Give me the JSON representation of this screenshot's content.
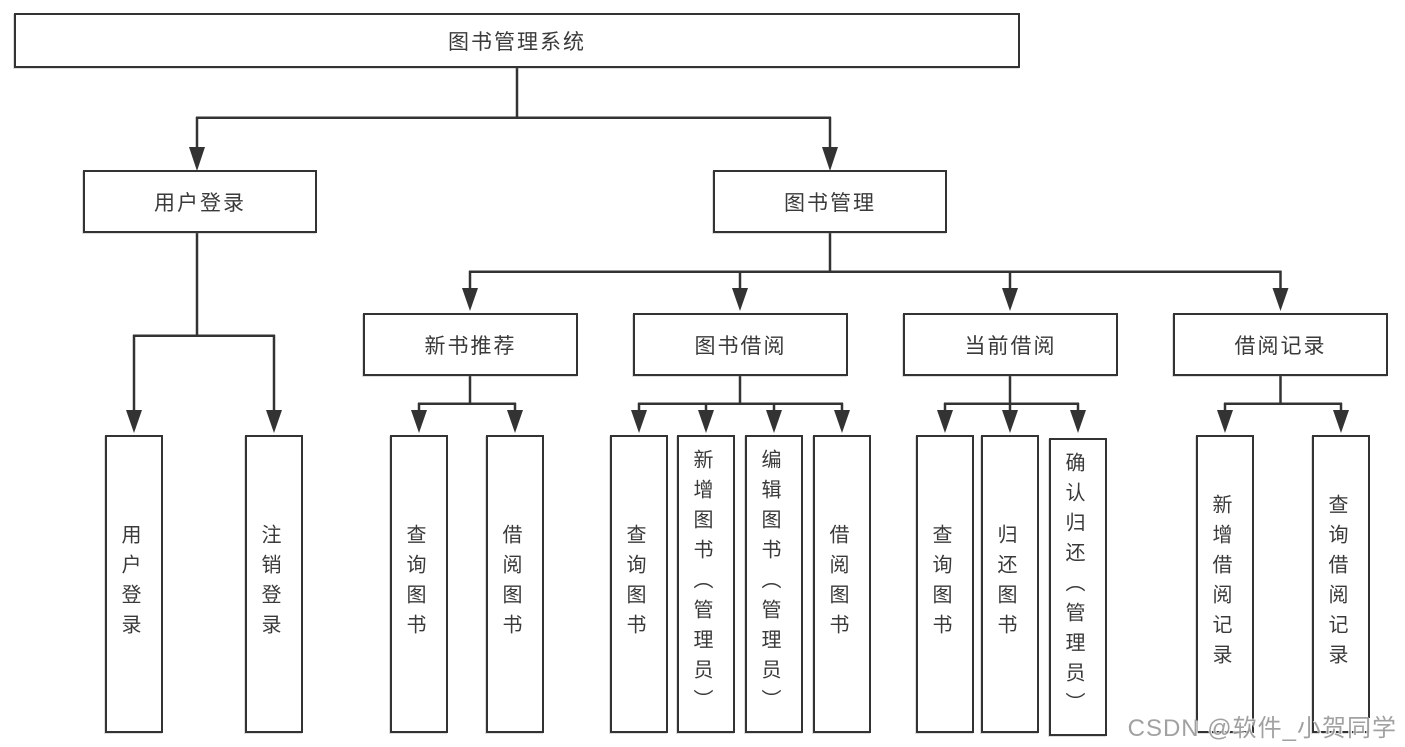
{
  "root": {
    "label": "图书管理系统"
  },
  "level2": [
    {
      "label": "用户登录"
    },
    {
      "label": "图书管理"
    }
  ],
  "level3": [
    {
      "label": "新书推荐"
    },
    {
      "label": "图书借阅"
    },
    {
      "label": "当前借阅"
    },
    {
      "label": "借阅记录"
    }
  ],
  "leaves": {
    "user_login": [
      "用户登录",
      "注销登录"
    ],
    "new_book_recommend": [
      "查询图书",
      "借阅图书"
    ],
    "book_borrow": [
      "查询图书",
      "新增图书（管理员）",
      "编辑图书（管理员）",
      "借阅图书"
    ],
    "current_borrow": [
      "查询图书",
      "归还图书",
      "确认归还（管理员）"
    ],
    "borrow_records": [
      "新增借阅记录",
      "查询借阅记录"
    ],
    "admin_note": "管理员"
  },
  "watermark": "CSDN @软件_小贺同学",
  "colors": {
    "line": "#333333",
    "text": "#3a3a3a",
    "background": "#ffffff"
  },
  "chart_data": {
    "type": "tree",
    "title": "图书管理系统",
    "hierarchy": {
      "图书管理系统": {
        "用户登录": [
          "用户登录",
          "注销登录"
        ],
        "图书管理": {
          "新书推荐": [
            "查询图书",
            "借阅图书"
          ],
          "图书借阅": [
            "查询图书",
            "新增图书（管理员）",
            "编辑图书（管理员）",
            "借阅图书"
          ],
          "当前借阅": [
            "查询图书",
            "归还图书",
            "确认归还（管理员）"
          ],
          "借阅记录": [
            "新增借阅记录",
            "查询借阅记录"
          ]
        }
      }
    }
  }
}
